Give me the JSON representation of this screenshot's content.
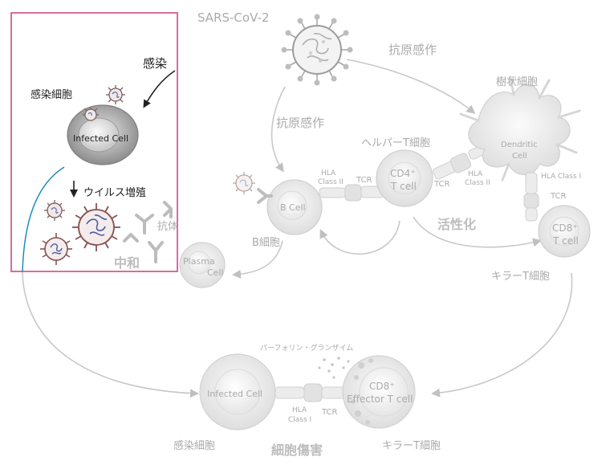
{
  "labels": {
    "virus_name": "SARS-CoV-2",
    "antigen_sensing_top": "抗原感作",
    "antigen_sensing_left": "抗原感作",
    "infection": "感染",
    "infected_cell_jp": "感染細胞",
    "infected_cell_en": "Infected Cell",
    "virus_replication": "ウイルス増殖",
    "antibody": "抗体",
    "neutralization": "中和",
    "plasma_cell_1": "Plasma",
    "plasma_cell_2": "Cell",
    "b_cell_en": "B Cell",
    "b_cell_jp": "B細胞",
    "hla_class2_left_1": "HLA",
    "hla_class2_left_2": "Class II",
    "tcr_left": "TCR",
    "cd4_1": "CD4⁺",
    "cd4_2": "T cell",
    "helper_t": "ヘルパーT細胞",
    "tcr_mid": "TCR",
    "hla_class2_right_1": "HLA",
    "hla_class2_right_2": "Class II",
    "dendritic_1": "Dendritic",
    "dendritic_2": "Cell",
    "dendritic_jp": "樹状細胞",
    "hla_class1_right": "HLA Class I",
    "tcr_right": "TCR",
    "cd8_1": "CD8⁺",
    "cd8_2": "T cell",
    "activation": "活性化",
    "killer_t_right": "キラーT細胞",
    "perforin": "パーフォリン・グランザイム",
    "infected_cell_bottom_en": "Infected Cell",
    "infected_cell_bottom_jp": "感染細胞",
    "hla_class1_bottom_1": "HLA",
    "hla_class1_bottom_2": "Class I",
    "tcr_bottom": "TCR",
    "effector_1": "CD8⁺",
    "effector_2": "Effector T cell",
    "killer_t_bottom": "キラーT細胞",
    "cytotoxicity": "細胞傷害"
  },
  "colors": {
    "highlight_box": "#cc3c7c",
    "arrow_dark": "#222222",
    "arrow_grey": "#c8c8c8",
    "blue_curve": "#1c8cc0",
    "cell_grey": "#9a9a9a",
    "label_grey": "#aaaaaa"
  }
}
